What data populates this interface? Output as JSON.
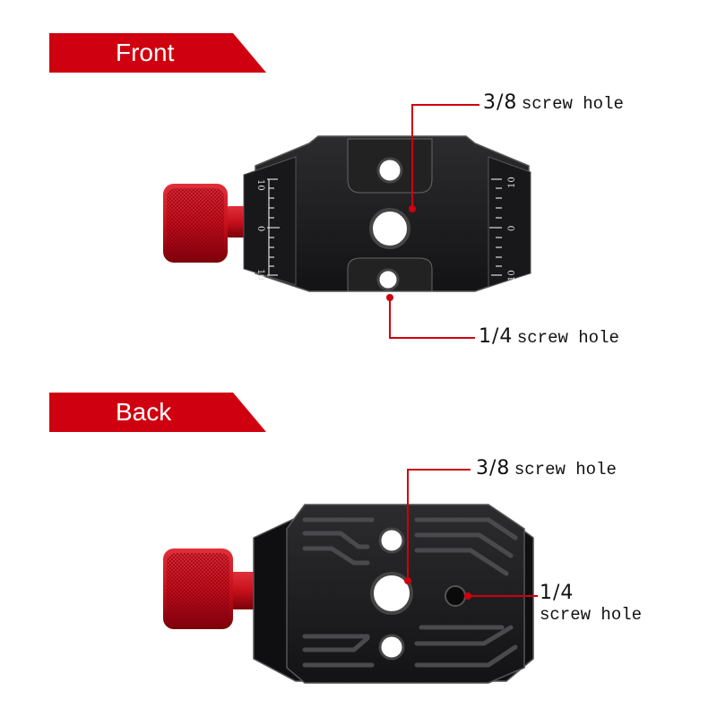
{
  "front": {
    "title": "Front",
    "callouts": [
      {
        "size": "3/8",
        "text": "screw hole"
      },
      {
        "size": "1/4",
        "text": "screw hole"
      }
    ],
    "scale_labels": [
      "10",
      "0",
      "10"
    ]
  },
  "back": {
    "title": "Back",
    "callouts": [
      {
        "size": "3/8",
        "text": "screw hole"
      },
      {
        "size": "1/4",
        "text": "screw hole"
      }
    ]
  },
  "colors": {
    "accent": "#cf000f",
    "body": "#1c1c1e",
    "knob": "#c8101c"
  }
}
